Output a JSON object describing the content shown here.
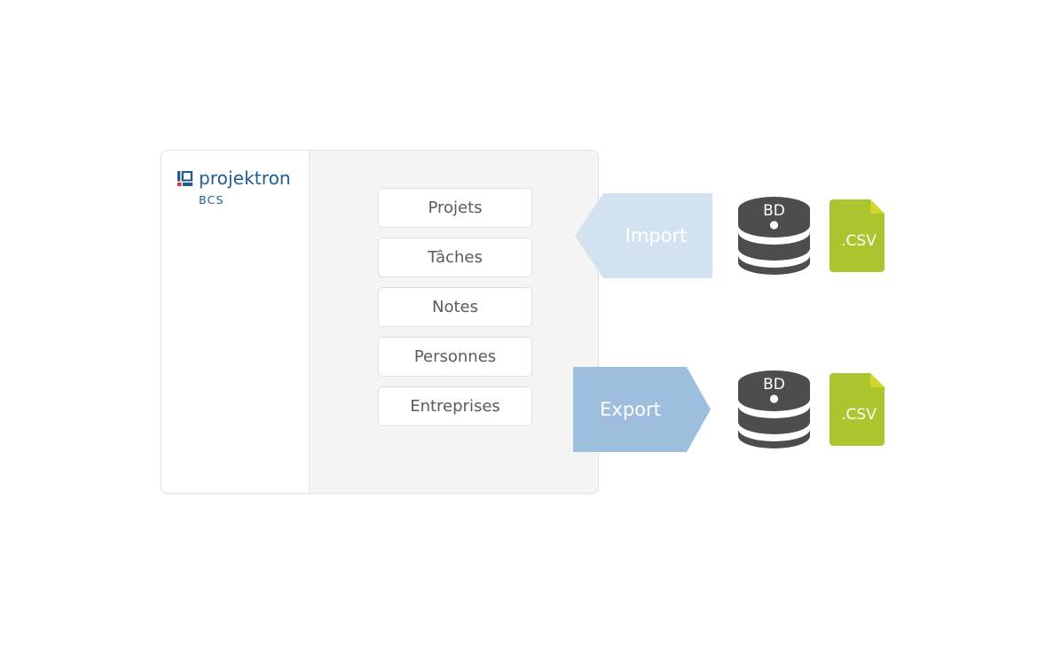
{
  "app": {
    "brand": {
      "name": "projektron",
      "sub": "BCS",
      "logo_icon": "projektron-logo-icon",
      "brand_color": "#1d5c8e",
      "logo_accent_color": "#d93b30"
    },
    "entities": [
      {
        "label": "Projets"
      },
      {
        "label": "Tâches"
      },
      {
        "label": "Notes"
      },
      {
        "label": "Personnes"
      },
      {
        "label": "Entreprises"
      }
    ]
  },
  "flows": [
    {
      "id": "import",
      "label": "Import",
      "direction": "left",
      "arrow_color": "#d3e2f0",
      "label_color": "#ffffff",
      "database": {
        "label": "BD",
        "icon": "database-icon",
        "color": "#4d4d4d"
      },
      "file": {
        "label": ".CSV",
        "icon": "csv-file-icon",
        "color": "#aac52e"
      }
    },
    {
      "id": "export",
      "label": "Export",
      "direction": "right",
      "arrow_color": "#9dbedd",
      "label_color": "#ffffff",
      "database": {
        "label": "BD",
        "icon": "database-icon",
        "color": "#4d4d4d"
      },
      "file": {
        "label": ".CSV",
        "icon": "csv-file-icon",
        "color": "#aac52e"
      }
    }
  ]
}
